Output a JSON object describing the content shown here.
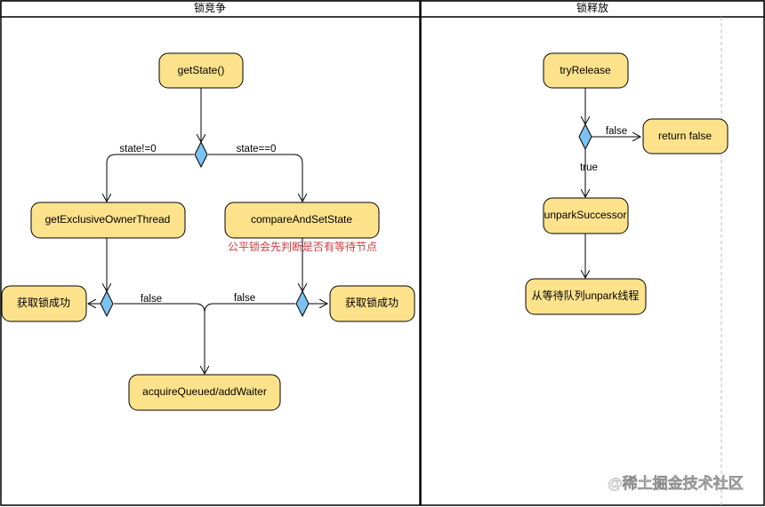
{
  "lanes": {
    "left_title": "锁竞争",
    "right_title": "锁释放"
  },
  "left": {
    "get_state": "getState()",
    "get_owner": "getExclusiveOwnerThread",
    "cas": "compareAndSetState",
    "success_left": "获取锁成功",
    "success_right": "获取锁成功",
    "acquire": "acquireQueued/addWaiter",
    "label_state_ne": "state!=0",
    "label_state_eq": "state==0",
    "label_false_left": "false",
    "label_false_right": "false",
    "note": "公平锁会先判断是否有等待节点"
  },
  "right": {
    "try_release": "tryRelease",
    "return_false": "return false",
    "unpark_successor": "unparkSuccessor",
    "unpark_queue": "从等待队列unpark线程",
    "label_false": "false",
    "label_true": "true"
  },
  "watermark": "@稀土掘金技术社区",
  "colors": {
    "node_fill": "#fde28c",
    "diamond_fill": "#7cc1ef",
    "note": "#d23a3a"
  }
}
